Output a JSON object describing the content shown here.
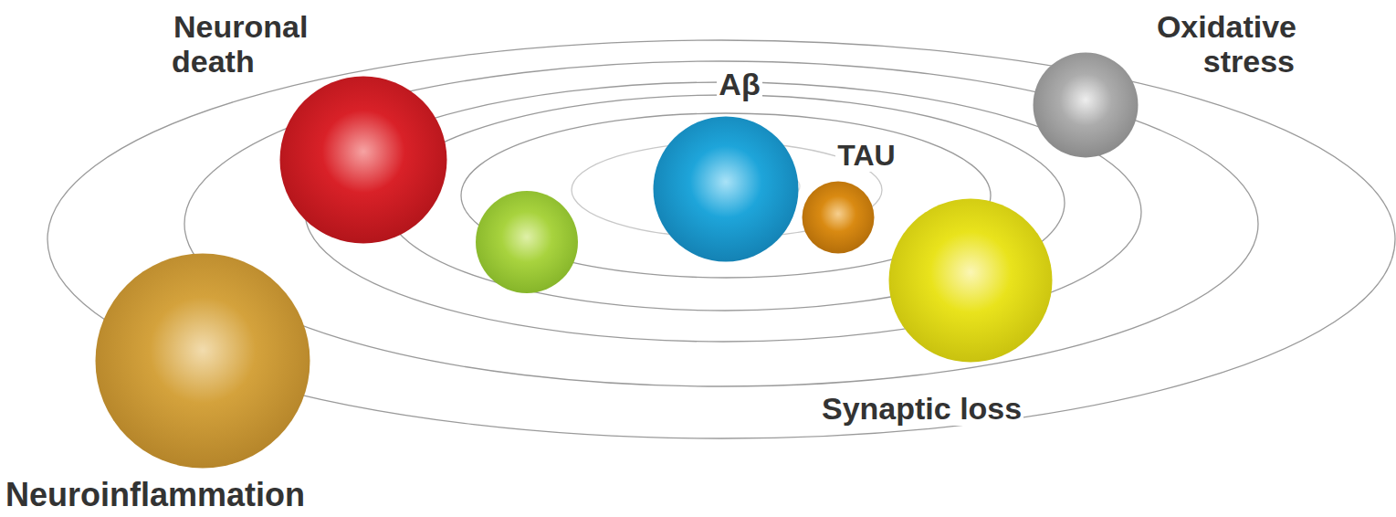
{
  "diagram": {
    "nodes": [
      {
        "text": [
          "Neuronal death"
        ]
      },
      {
        "text": [
          "Aβ"
        ]
      },
      {
        "text": [
          "Oxidative stress"
        ]
      },
      {
        "text": [
          "TAU"
        ]
      },
      {
        "text": [
          "Synaptic loss"
        ]
      },
      {
        "text": [
          "Neuroinflammation"
        ]
      }
    ]
  }
}
